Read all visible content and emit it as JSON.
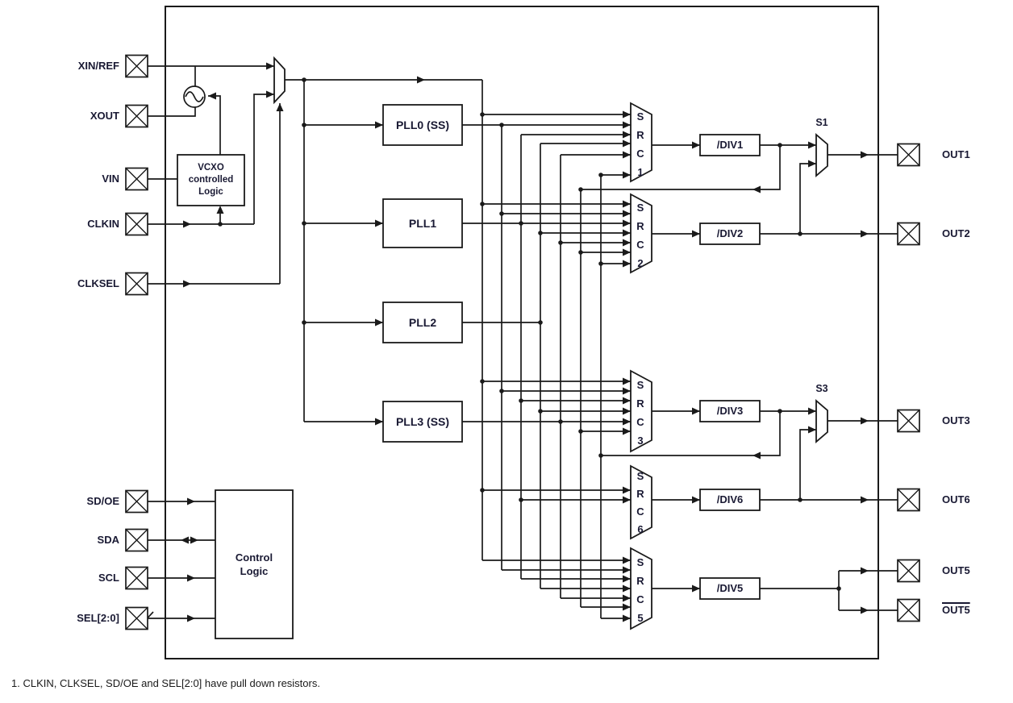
{
  "diagram": {
    "input_pins": [
      {
        "label": "XIN/REF"
      },
      {
        "label": "XOUT"
      },
      {
        "label": "VIN"
      },
      {
        "label": "CLKIN"
      },
      {
        "label": "CLKSEL"
      },
      {
        "label": "SD/OE"
      },
      {
        "label": "SDA"
      },
      {
        "label": "SCL"
      },
      {
        "label": "SEL[2:0]"
      }
    ],
    "output_pins": [
      {
        "label": "OUT1",
        "overline": false
      },
      {
        "label": "OUT2",
        "overline": false
      },
      {
        "label": "OUT3",
        "overline": false
      },
      {
        "label": "OUT6",
        "overline": false
      },
      {
        "label": "OUT5",
        "overline": false
      },
      {
        "label": "OUT5",
        "overline": true
      }
    ],
    "blocks": {
      "vcxo": "VCXO\ncontrolled\nLogic",
      "pll0": "PLL0 (SS)",
      "pll1": "PLL1",
      "pll2": "PLL2",
      "pll3": "PLL3 (SS)",
      "control": "Control\nLogic",
      "div1": "/DIV1",
      "div2": "/DIV2",
      "div3": "/DIV3",
      "div6": "/DIV6",
      "div5": "/DIV5"
    },
    "muxes": {
      "src1": "S\nR\nC\n1",
      "src2": "S\nR\nC\n2",
      "src3": "S\nR\nC\n3",
      "src6": "S\nR\nC\n6",
      "src5": "S\nR\nC\n5",
      "s1": "S1",
      "s3": "S3"
    },
    "footnote": "1. CLKIN, CLKSEL, SD/OE and SEL[2:0] have pull down resistors.",
    "colors": {
      "line": "#1a1a1a",
      "text": "#191933",
      "background": "#ffffff"
    }
  }
}
